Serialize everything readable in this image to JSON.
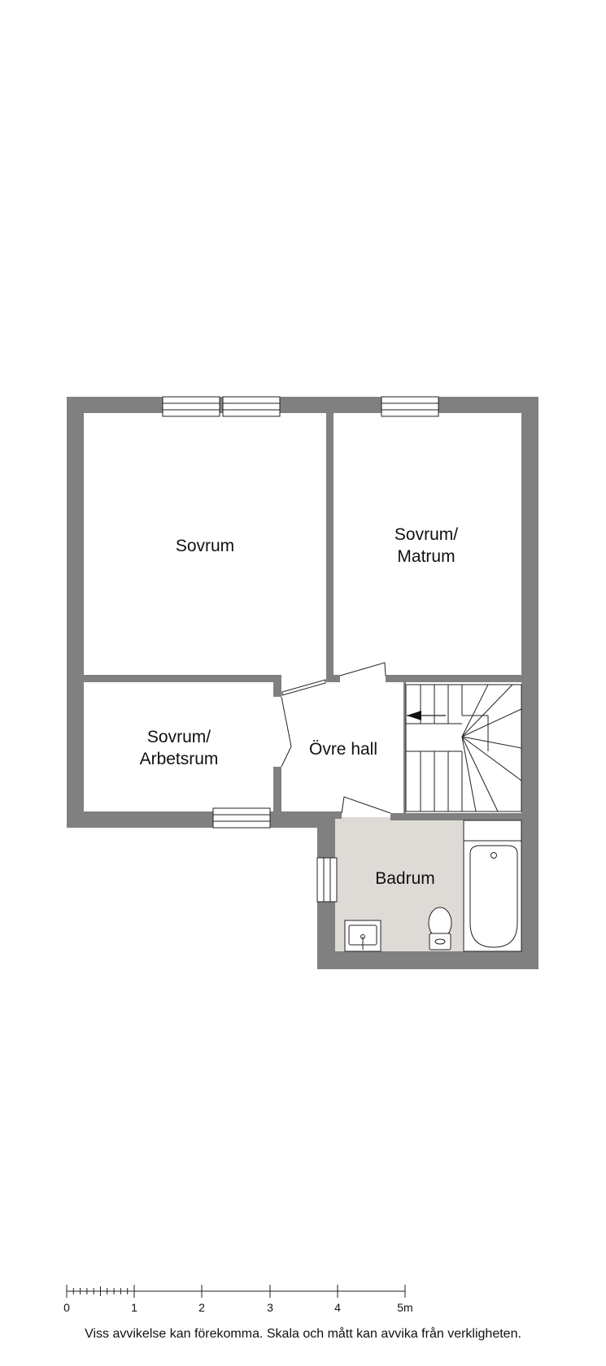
{
  "rooms": {
    "sovrum": "Sovrum",
    "sovrum_matrum": [
      "Sovrum/",
      "Matrum"
    ],
    "sovrum_arbetsrum": [
      "Sovrum/",
      "Arbetsrum"
    ],
    "ovre_hall": "Övre hall",
    "badrum": "Badrum"
  },
  "scale_bar": {
    "labels": [
      "0",
      "1",
      "2",
      "3",
      "4",
      "5m"
    ]
  },
  "disclaimer": "Viss avvikelse kan förekomma. Skala och mått kan avvika från verkligheten.",
  "colors": {
    "wall": "#808080",
    "bathroom_floor": "#dedbd7",
    "line": "#222222"
  }
}
